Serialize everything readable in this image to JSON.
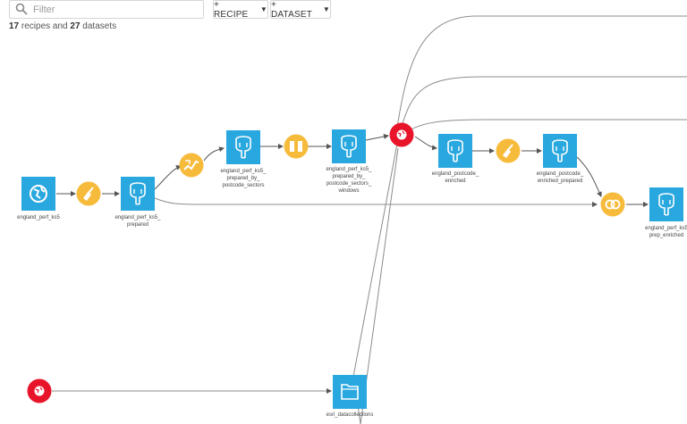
{
  "toolbar": {
    "filter_placeholder": "Filter",
    "recipe_button": "+ RECIPE",
    "dataset_button": "+ DATASET",
    "count_recipes": "17",
    "count_recipes_text": " recipes and ",
    "count_datasets": "27",
    "count_datasets_text": " datasets"
  },
  "colors": {
    "dataset": "#29a7df",
    "recipe": "#f7bb3c",
    "plugin": "#e8142a",
    "edge": "#8c8c8c"
  },
  "nodes": {
    "england_perf_ks5": [
      "england_perf_ks5"
    ],
    "prepared": [
      "england_perf_ks5_",
      "prepared"
    ],
    "by_postcode_sectors": [
      "england_perf_ks5_",
      "prepared_by_",
      "postcode_sectors"
    ],
    "sectors_windows": [
      "england_perf_ks5_",
      "prepared_by_",
      "postcode_sectors_",
      "windows"
    ],
    "postcode_enriched": [
      "england_postcode_",
      "enriched"
    ],
    "postcode_enriched_prepared": [
      "england_postcode_",
      "enriched_prepared"
    ],
    "prep_enriched": [
      "england_perf_ks5",
      "prep_enriched"
    ],
    "esri_datacollections": [
      "esri_datacollections"
    ]
  }
}
